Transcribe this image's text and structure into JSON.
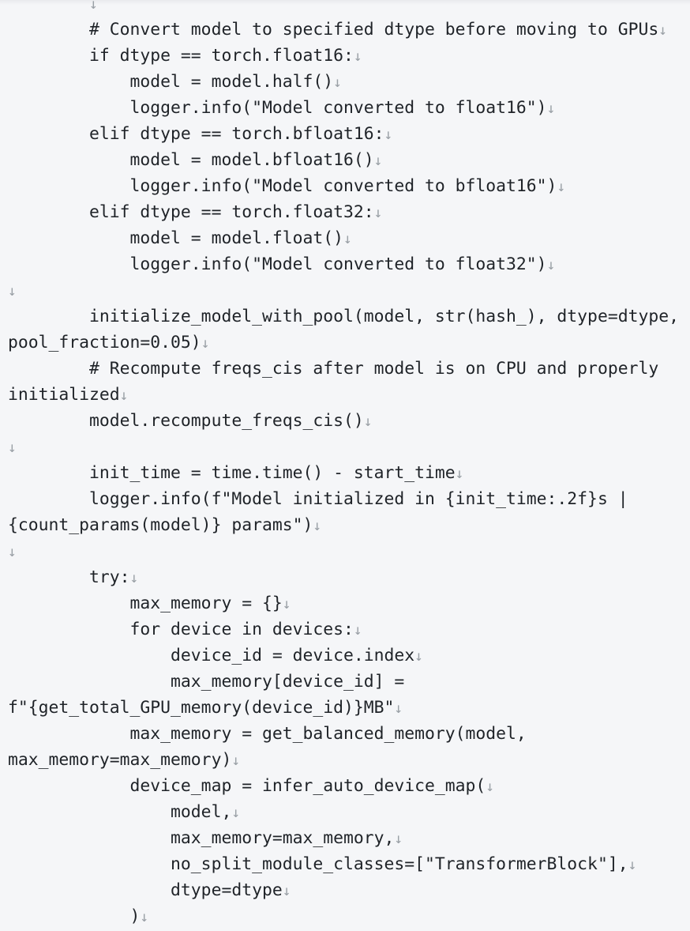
{
  "editor": {
    "background": "#f5f6f8",
    "text_color": "#1f2328",
    "eol_marker_color": "#9aa0a6",
    "eol_marker": "↓",
    "lines": [
      {
        "indent": 8,
        "text": "",
        "eol": true
      },
      {
        "indent": 8,
        "text": "# Convert model to specified dtype before moving to GPUs",
        "eol": true
      },
      {
        "indent": 8,
        "text": "if dtype == torch.float16:",
        "eol": true
      },
      {
        "indent": 12,
        "text": "model = model.half()",
        "eol": true
      },
      {
        "indent": 12,
        "text": "logger.info(\"Model converted to float16\")",
        "eol": true
      },
      {
        "indent": 8,
        "text": "elif dtype == torch.bfloat16:",
        "eol": true
      },
      {
        "indent": 12,
        "text": "model = model.bfloat16()",
        "eol": true
      },
      {
        "indent": 12,
        "text": "logger.info(\"Model converted to bfloat16\")",
        "eol": true
      },
      {
        "indent": 8,
        "text": "elif dtype == torch.float32:",
        "eol": true
      },
      {
        "indent": 12,
        "text": "model = model.float()",
        "eol": true
      },
      {
        "indent": 12,
        "text": "logger.info(\"Model converted to float32\")",
        "eol": true
      },
      {
        "indent": 0,
        "text": "",
        "eol": true
      },
      {
        "indent": 8,
        "text": "initialize_model_with_pool(model, str(hash_), dtype=dtype,",
        "eol": false
      },
      {
        "indent": 0,
        "text": "pool_fraction=0.05)",
        "eol": true
      },
      {
        "indent": 8,
        "text": "# Recompute freqs_cis after model is on CPU and properly",
        "eol": false
      },
      {
        "indent": 0,
        "text": "initialized",
        "eol": true
      },
      {
        "indent": 8,
        "text": "model.recompute_freqs_cis()",
        "eol": true
      },
      {
        "indent": 0,
        "text": "",
        "eol": true
      },
      {
        "indent": 8,
        "text": "init_time = time.time() - start_time",
        "eol": true
      },
      {
        "indent": 8,
        "text": "logger.info(f\"Model initialized in {init_time:.2f}s |",
        "eol": false
      },
      {
        "indent": 0,
        "text": "{count_params(model)} params\")",
        "eol": true
      },
      {
        "indent": 0,
        "text": "",
        "eol": true
      },
      {
        "indent": 8,
        "text": "try:",
        "eol": true
      },
      {
        "indent": 12,
        "text": "max_memory = {}",
        "eol": true
      },
      {
        "indent": 12,
        "text": "for device in devices:",
        "eol": true
      },
      {
        "indent": 16,
        "text": "device_id = device.index",
        "eol": true
      },
      {
        "indent": 16,
        "text": "max_memory[device_id] =",
        "eol": false
      },
      {
        "indent": 0,
        "text": "f\"{get_total_GPU_memory(device_id)}MB\"",
        "eol": true
      },
      {
        "indent": 12,
        "text": "max_memory = get_balanced_memory(model,",
        "eol": false
      },
      {
        "indent": 0,
        "text": "max_memory=max_memory)",
        "eol": true
      },
      {
        "indent": 12,
        "text": "device_map = infer_auto_device_map(",
        "eol": true
      },
      {
        "indent": 16,
        "text": "model,",
        "eol": true
      },
      {
        "indent": 16,
        "text": "max_memory=max_memory,",
        "eol": true
      },
      {
        "indent": 16,
        "text": "no_split_module_classes=[\"TransformerBlock\"],",
        "eol": true
      },
      {
        "indent": 16,
        "text": "dtype=dtype",
        "eol": true
      },
      {
        "indent": 12,
        "text": ")",
        "eol": true
      }
    ]
  }
}
